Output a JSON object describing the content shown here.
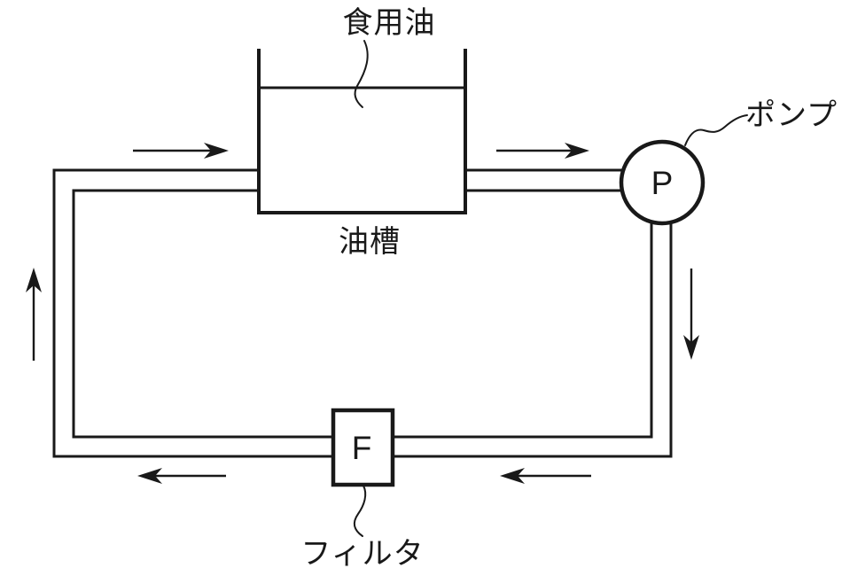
{
  "diagram": {
    "type": "oil-circulation-schematic",
    "labels": {
      "cooking_oil": "食用油",
      "oil_tank": "油槽",
      "pump": "ポンプ",
      "filter": "フィルタ"
    },
    "symbols": {
      "pump": "P",
      "filter": "F"
    },
    "components": [
      {
        "name": "oil-tank",
        "kind": "open-top tank with liquid level"
      },
      {
        "name": "pump",
        "kind": "circle symbol"
      },
      {
        "name": "filter",
        "kind": "rectangle symbol inline on bottom pipe"
      }
    ],
    "flow_arrows": [
      {
        "name": "flow-arrow-top-left",
        "direction": "right"
      },
      {
        "name": "flow-arrow-top-right",
        "direction": "right"
      },
      {
        "name": "flow-arrow-right-side",
        "direction": "down"
      },
      {
        "name": "flow-arrow-bottom-right",
        "direction": "left"
      },
      {
        "name": "flow-arrow-bottom-left",
        "direction": "left"
      },
      {
        "name": "flow-arrow-left-side",
        "direction": "up"
      }
    ],
    "colors": {
      "line": "#191919",
      "background": "#ffffff"
    }
  }
}
